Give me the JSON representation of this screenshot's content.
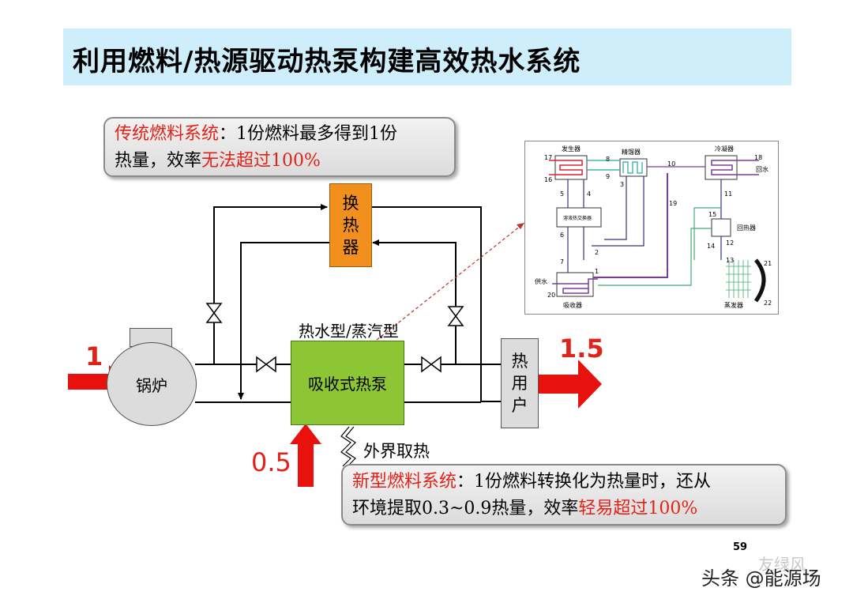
{
  "title": "利用燃料/热源驱动热泵构建高效热水系统",
  "callout_top": {
    "red_prefix": "传统燃料系统",
    "text1": "：1份燃料最多得到1份",
    "text2": "热量，效率",
    "red_suffix": "无法超过100%"
  },
  "callout_bottom": {
    "red_prefix": "新型燃料系统",
    "text1": "：1份燃料转换化为热量时，还从",
    "text2": "环境提取0.3~0.9热量，效率",
    "red_suffix": "轻易超过100%"
  },
  "components": {
    "heat_exchanger": [
      "换",
      "热",
      "器"
    ],
    "heat_pump": "吸收式热泵",
    "heat_pump_type": "热水型/蒸汽型",
    "boiler": "锅炉",
    "heat_user": [
      "热",
      "用",
      "户"
    ],
    "ambient": "外界取热"
  },
  "values": {
    "fuel_in": "1",
    "ambient_in": "0.5",
    "heat_out": "1.5"
  },
  "inset": {
    "generator": "发生器",
    "rectifier": "精馏器",
    "condenser": "冷凝器",
    "solution_hx": "溶液热交换器",
    "recuperator": "回热器",
    "absorber": "吸收器",
    "evaporator": "蒸发器",
    "supply_water": "供水",
    "return_water": "回水",
    "ports": [
      "17",
      "16",
      "8",
      "9",
      "10",
      "18",
      "5",
      "4",
      "3",
      "19",
      "11",
      "15",
      "6",
      "12",
      "14",
      "13",
      "7",
      "2",
      "1",
      "20",
      "21",
      "22"
    ]
  },
  "page_number": "59",
  "watermark": "头条 @能源场",
  "watermark_faint": "友绿风"
}
